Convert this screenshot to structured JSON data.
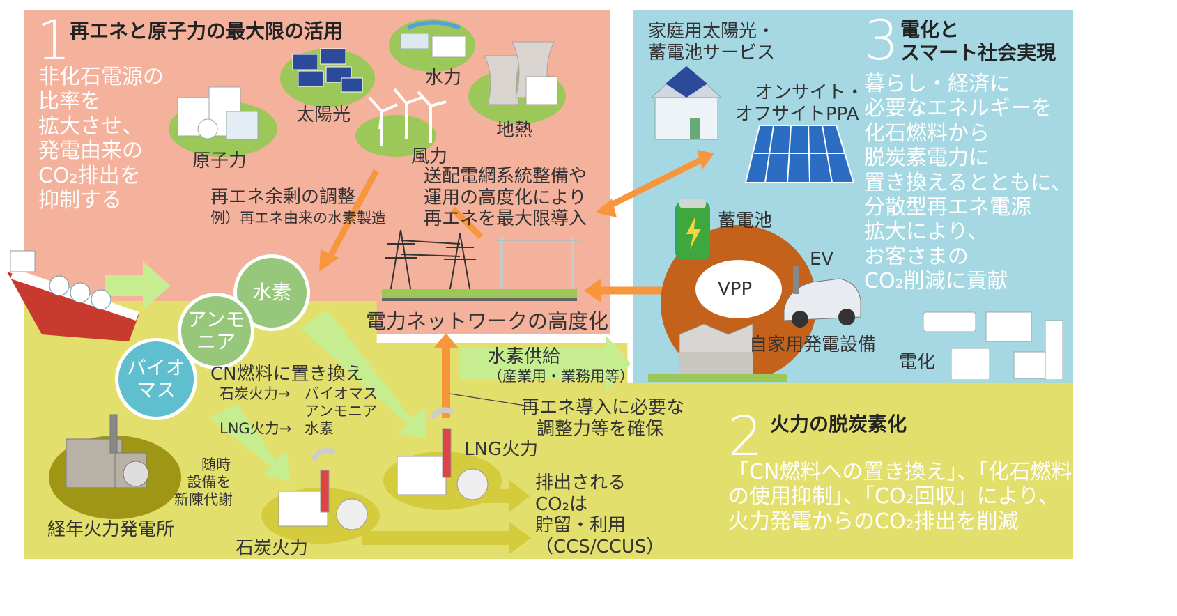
{
  "section1": {
    "number": "1",
    "title": "再エネと原子力の最大限の活用",
    "desc": [
      "非化石電源の",
      "比率を",
      "拡大させ、",
      "発電由来の",
      "CO₂排出を",
      "抑制する"
    ],
    "labels": {
      "hydro": "水力",
      "solar": "太陽光",
      "geothermal": "地熱",
      "nuclear": "原子力",
      "wind": "風力"
    },
    "surplus_title": "再エネ余剰の調整",
    "surplus_example": "例）再エネ由来の水素製造",
    "grid_note": [
      "送配電網系統整備や",
      "運用の高度化により",
      "再エネを最大限導入"
    ],
    "network_title": "電力ネットワークの高度化"
  },
  "section2": {
    "number": "2",
    "title": "火力の脱炭素化",
    "desc": [
      "「CN燃料への置き換え」、「化石燃料",
      "の使用抑制」、「CO₂回収」により、",
      "火力発電からのCO₂排出を削減"
    ],
    "circles": {
      "hydrogen": "水素",
      "ammonia": [
        "アンモ",
        "ニア"
      ],
      "biomass": [
        "バイオ",
        "マス"
      ]
    },
    "cn_fuel_title": "CN燃料に置き換え",
    "coal_to": "石炭火力→",
    "coal_fuels": [
      "バイオマス",
      "アンモニア"
    ],
    "lng_to": "LNG火力→",
    "lng_fuel": "水素",
    "replace_note": [
      "随時",
      "設備を",
      "新陳代謝"
    ],
    "old_plant": "経年火力発電所",
    "coal_plant": "石炭火力",
    "lng_plant": "LNG火力",
    "adjust_note": [
      "再エネ導入に必要な",
      "調整力等を確保"
    ],
    "ccs_note": [
      "排出される",
      "CO₂は",
      "貯留・利用",
      "（CCS/CCUS）"
    ],
    "hydrogen_supply": "水素供給",
    "hydrogen_supply_sub": "（産業用・業務用等）"
  },
  "section3": {
    "number": "3",
    "title": [
      "電化と",
      "スマート社会実現"
    ],
    "desc": [
      "暮らし・経済に",
      "必要なエネルギーを",
      "化石燃料から",
      "脱炭素電力に",
      "置き換えるとともに、",
      "分散型再エネ電源",
      "拡大により、",
      "お客さまの",
      "CO₂削減に貢献"
    ],
    "home_solar": [
      "家庭用太陽光・",
      "蓄電池サービス"
    ],
    "ppa": [
      "オンサイト・",
      "オフサイトPPA"
    ],
    "battery": "蓄電池",
    "ev": "EV",
    "vpp": "VPP",
    "self_gen": "自家用発電設備",
    "electrify": "電化"
  },
  "colors": {
    "salmon": "#F4B19C",
    "lightblue": "#A5D8E3",
    "yellow": "#E3DF6D",
    "orange": "#F7963D",
    "lightgreen": "#C6EE90",
    "brown": "#C4621B",
    "circle_green": "#97C77A",
    "circle_teal": "#5FBFCF"
  },
  "icons": [
    "ship-icon",
    "solar-panel-icon",
    "wind-turbine-icon",
    "dam-icon",
    "cooling-tower-icon",
    "nuclear-plant-icon",
    "power-tower-icon",
    "house-icon",
    "battery-icon",
    "car-icon",
    "factory-icon",
    "air-conditioner-icon"
  ]
}
